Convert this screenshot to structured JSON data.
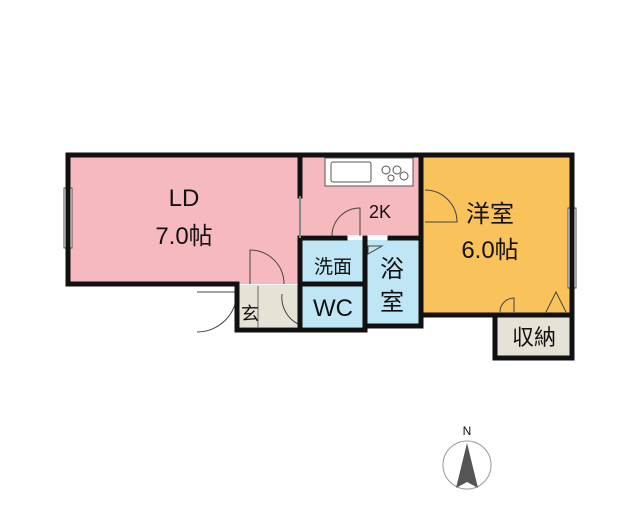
{
  "rooms": {
    "ld": {
      "name": "LD",
      "size": "7.0帖"
    },
    "kitchen": {
      "name": "2K"
    },
    "western": {
      "name": "洋室",
      "size": "6.0帖"
    },
    "storage": {
      "name": "収納"
    },
    "washroom": {
      "name": "洗面"
    },
    "bath": {
      "name_top": "浴",
      "name_bottom": "室"
    },
    "toilet": {
      "name": "WC"
    },
    "entrance": {
      "name": "玄"
    }
  },
  "compass": {
    "label": "N"
  },
  "colors": {
    "ld": "#f6b9c0",
    "kitchen": "#f6b9c0",
    "western": "#fac25a",
    "storage": "#e6e2d6",
    "washroom": "#bfe6f4",
    "bath": "#bfe6f4",
    "toilet": "#bfe6f4",
    "entrance": "#e6e2d6",
    "wall": "#111111"
  }
}
